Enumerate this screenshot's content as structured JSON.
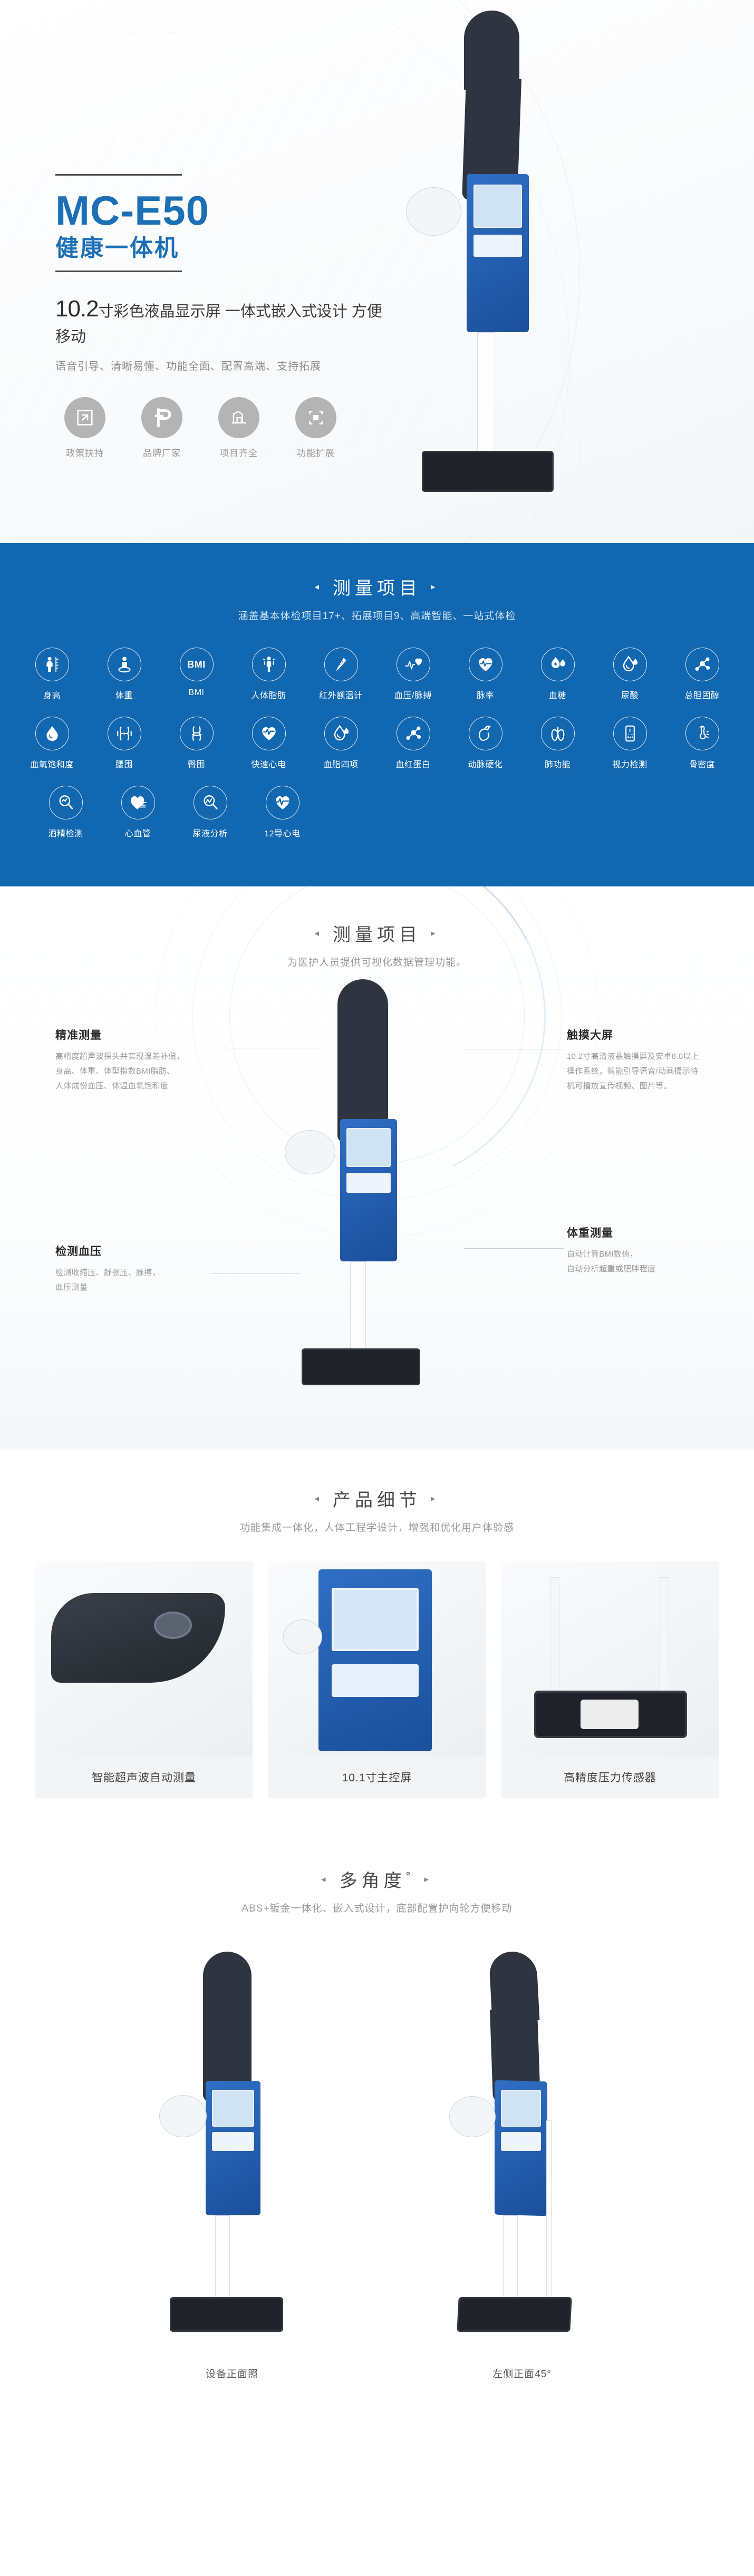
{
  "hero": {
    "model": "MC-E50",
    "model_sub": "健康一体机",
    "tagline_big": "10.2",
    "tagline_rest": "寸彩色液晶显示屏  一体式嵌入式设计  方便移动",
    "subline": "语音引导、清晰易懂、功能全面、配置高端、支持拓展",
    "badges": [
      {
        "label": "政策扶持",
        "icon": "policy-support-icon"
      },
      {
        "label": "品牌厂家",
        "icon": "brand-factory-icon"
      },
      {
        "label": "项目齐全",
        "icon": "full-items-icon"
      },
      {
        "label": "功能扩展",
        "icon": "expand-function-icon"
      }
    ]
  },
  "measure": {
    "title": "测量项目",
    "desc": "涵盖基本体检项目17+、拓展项目9、高端智能、一站式体检",
    "rows": [
      [
        {
          "label": "身高",
          "icon": "height-ruler-icon"
        },
        {
          "label": "体重",
          "icon": "weight-scale-icon"
        },
        {
          "label": "BMI",
          "icon": "bmi-text-icon"
        },
        {
          "label": "人体脂肪",
          "icon": "body-fat-icon"
        },
        {
          "label": "红外额温计",
          "icon": "thermometer-icon"
        },
        {
          "label": "血压/脉搏",
          "icon": "blood-pressure-icon"
        },
        {
          "label": "脉率",
          "icon": "pulse-heart-icon"
        },
        {
          "label": "血糖",
          "icon": "blood-glucose-icon"
        },
        {
          "label": "尿酸",
          "icon": "uric-acid-icon"
        },
        {
          "label": "总胆固醇",
          "icon": "cholesterol-molecule-icon"
        }
      ],
      [
        {
          "label": "血氧饱和度",
          "icon": "blood-oxygen-icon"
        },
        {
          "label": "腰围",
          "icon": "waist-icon"
        },
        {
          "label": "臀围",
          "icon": "hip-icon"
        },
        {
          "label": "快速心电",
          "icon": "quick-ecg-icon"
        },
        {
          "label": "血脂四项",
          "icon": "blood-lipid-icon"
        },
        {
          "label": "血红蛋白",
          "icon": "hemoglobin-icon"
        },
        {
          "label": "动脉硬化",
          "icon": "arteriosclerosis-icon"
        },
        {
          "label": "肺功能",
          "icon": "lung-icon"
        },
        {
          "label": "视力检测",
          "icon": "eye-chart-icon"
        },
        {
          "label": "骨密度",
          "icon": "bone-density-icon"
        }
      ],
      [
        {
          "label": "酒精检测",
          "icon": "alcohol-test-icon"
        },
        {
          "label": "心血管",
          "icon": "cardiovascular-icon"
        },
        {
          "label": "尿液分析",
          "icon": "urine-analysis-icon"
        },
        {
          "label": "12导心电",
          "icon": "ecg-12-lead-icon"
        }
      ]
    ]
  },
  "features": {
    "title": "测量项目",
    "desc": "为医护人员提供可视化数据管理功能。",
    "callouts": [
      {
        "title": "精准测量",
        "body": "高精度超声波探头并实现温差补偿，\n身高、体重、体型指数BMI脂肪、\n人体成份血压、体温血氧饱和度"
      },
      {
        "title": "检测血压",
        "body": "检测收缩压、舒张压、脉搏，\n血压测量"
      },
      {
        "title": "触摸大屏",
        "body": "10.2寸高清液晶触摸屏及安卓8.0以上\n操作系统，智能引导语音/动画提示待\n机可播放宣传视频、图片等。"
      },
      {
        "title": "体重测量",
        "body": "自动计算BMI数值，\n自动分析超重或肥胖程度"
      }
    ]
  },
  "detail": {
    "title": "产品细节",
    "desc": "功能集成一体化，人体工程学设计，增强和优化用户体验感",
    "cards": [
      {
        "caption": "智能超声波自动测量"
      },
      {
        "caption": "10.1寸主控屏"
      },
      {
        "caption": "高精度压力传感器"
      }
    ]
  },
  "angles": {
    "title": "多角度",
    "title_degree": "°",
    "desc": "ABS+钣金一体化、嵌入式设计，底部配置护向轮方便移动",
    "items": [
      {
        "caption": "设备正面照"
      },
      {
        "caption": "左侧正面45°"
      }
    ]
  },
  "colors": {
    "brand_blue": "#1167b0",
    "title_blue": "#1b6fb5",
    "panel_blue": "#2f6fc4",
    "badge_gray": "#b4b4b4",
    "text_dark": "#2c2c2c",
    "text_muted": "#9c9c9c"
  }
}
